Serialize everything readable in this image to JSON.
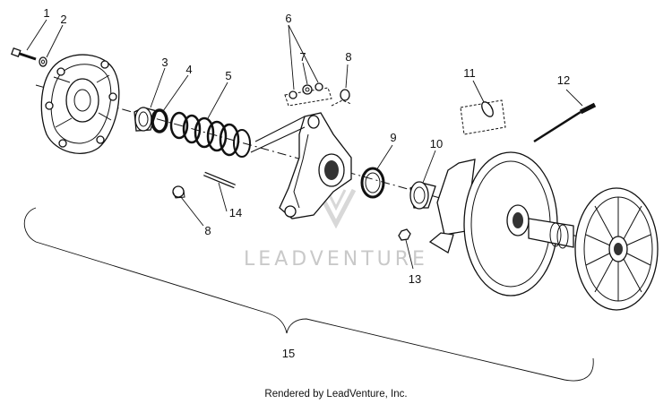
{
  "labels": {
    "p1": "1",
    "p2": "2",
    "p3": "3",
    "p4": "4",
    "p5": "5",
    "p6": "6",
    "p7": "7",
    "p8a": "8",
    "p8b": "8",
    "p9": "9",
    "p10": "10",
    "p11": "11",
    "p12": "12",
    "p13": "13",
    "p14": "14",
    "p15": "15"
  },
  "watermark": "LEADVENTURE",
  "caption": "Rendered by LeadVenture, Inc."
}
